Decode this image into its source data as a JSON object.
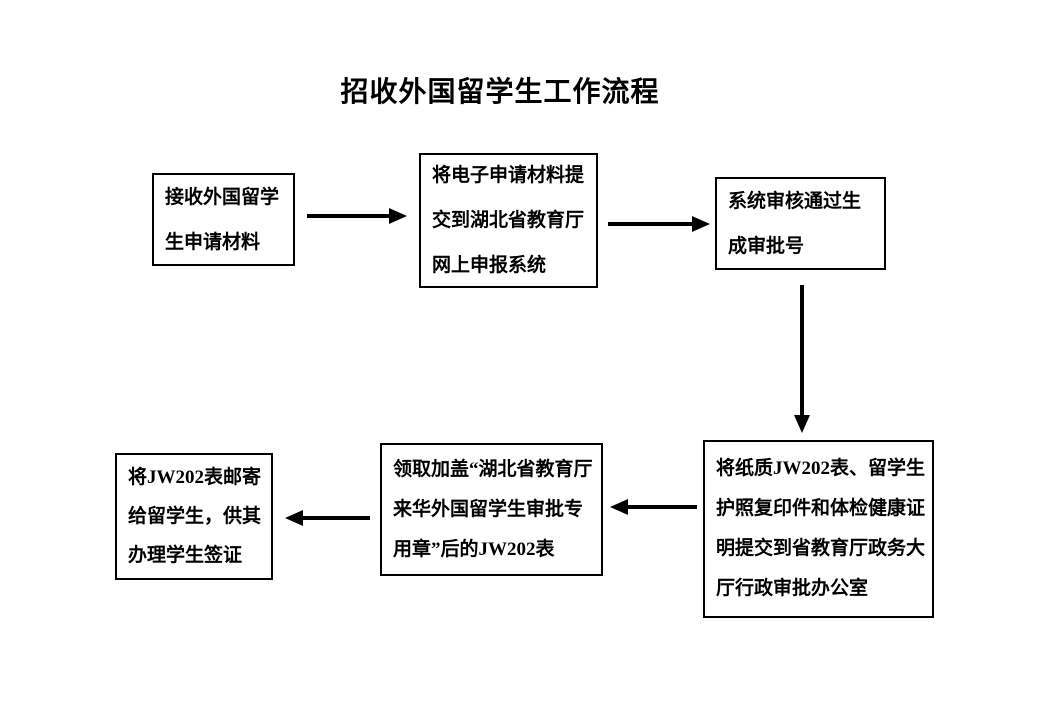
{
  "page": {
    "title": "招收外国留学生工作流程"
  },
  "flow": {
    "steps": [
      {
        "id": "step-1",
        "label": "接收外国留学生申请材料",
        "lines": [
          "接收外国留学",
          "生申请材料"
        ]
      },
      {
        "id": "step-2",
        "label": "将电子申请材料提交到湖北省教育厅网上申报系统",
        "lines": [
          "将电子申请材料提",
          "交到湖北省教育厅",
          "网上申报系统"
        ]
      },
      {
        "id": "step-3",
        "label": "系统审核通过生成审批号",
        "lines": [
          "系统审核通过生",
          "成审批号"
        ]
      },
      {
        "id": "step-4",
        "label": "将纸质JW202表、留学生护照复印件和体检健康证明提交到省教育厅政务大厅行政审批办公室",
        "lines": [
          "将纸质JW202表、留学生",
          "护照复印件和体检健康证",
          "明提交到省教育厅政务大",
          "厅行政审批办公室"
        ]
      },
      {
        "id": "step-5",
        "label": "领取加盖“湖北省教育厅来华外国留学生审批专用章”后的JW202表",
        "lines": [
          "领取加盖“湖北省教育厅",
          "来华外国留学生审批专",
          "用章”后的JW202表"
        ]
      },
      {
        "id": "step-6",
        "label": "将JW202表邮寄给留学生，供其办理学生签证",
        "lines": [
          "将JW202表邮寄",
          "给留学生，供其",
          "办理学生签证"
        ]
      }
    ],
    "connectors": [
      {
        "from": "step-1",
        "to": "step-2",
        "direction": "right"
      },
      {
        "from": "step-2",
        "to": "step-3",
        "direction": "right"
      },
      {
        "from": "step-3",
        "to": "step-4",
        "direction": "down"
      },
      {
        "from": "step-4",
        "to": "step-5",
        "direction": "left"
      },
      {
        "from": "step-5",
        "to": "step-6",
        "direction": "left"
      }
    ]
  },
  "colors": {
    "background": "#ffffff",
    "border": "#000000",
    "text": "#000000",
    "arrow": "#000000"
  }
}
